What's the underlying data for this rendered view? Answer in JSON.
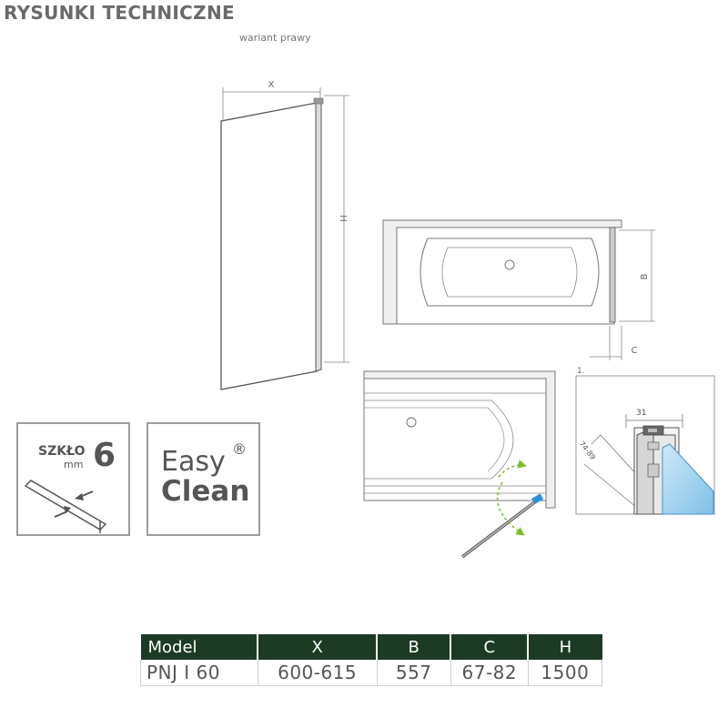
{
  "header": {
    "title": "RYSUNKI TECHNICZNE",
    "subtitle": "wariant prawy"
  },
  "drawing_labels": {
    "x": "X",
    "h": "H",
    "b": "B",
    "c": "C",
    "detail_number": "1.",
    "detail_width": "31",
    "detail_range": "74-89"
  },
  "badges": {
    "glass": {
      "word": "SZKŁO",
      "unit": "mm",
      "value": "6"
    },
    "easy_clean": {
      "line1": "Easy",
      "mark": "®",
      "line2": "Clean"
    }
  },
  "colors": {
    "table_header": "#1c3a24",
    "arrow": "#7dbb2a",
    "glass": "#8fc8ea",
    "hinge": "#2f8fd8"
  },
  "table": {
    "headers": [
      "Model",
      "X",
      "B",
      "C",
      "H"
    ],
    "rows": [
      [
        "PNJ I 60",
        "600-615",
        "557",
        "67-82",
        "1500"
      ]
    ]
  }
}
